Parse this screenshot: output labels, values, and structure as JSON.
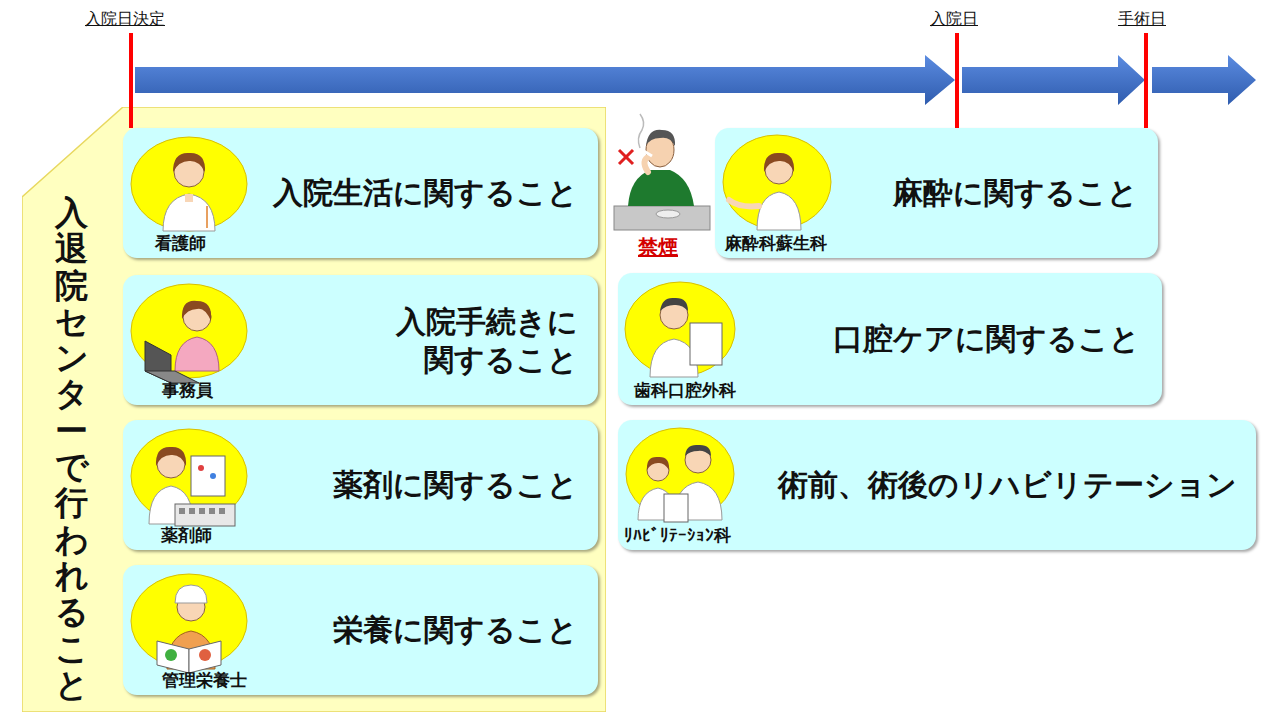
{
  "diagram": {
    "nodes": [
      {
        "text": [
          "入退院センターで行われること"
        ]
      },
      {
        "text": [
          "入院生活に関すること",
          "看護師"
        ],
        "in": 0
      },
      {
        "text": [
          "入院手続きに 関すること",
          "事務員"
        ],
        "in": 0
      },
      {
        "text": [
          "薬剤に関すること",
          "薬剤師"
        ],
        "in": 0
      },
      {
        "text": [
          "栄養に関すること",
          "管理栄養士"
        ],
        "in": 0
      },
      {
        "text": [
          "麻酔に関すること",
          "麻酔科蘇生科"
        ]
      },
      {
        "text": [
          "口腔ケアに関すること",
          "歯科口腔外科"
        ]
      },
      {
        "text": [
          "術前、術後のリハビリテーション",
          "ﾘﾊﾋﾞﾘﾃｰｼｮﾝ科"
        ]
      }
    ],
    "labels": [
      "入院日決定",
      "入院日",
      "手術日",
      "禁煙"
    ]
  }
}
